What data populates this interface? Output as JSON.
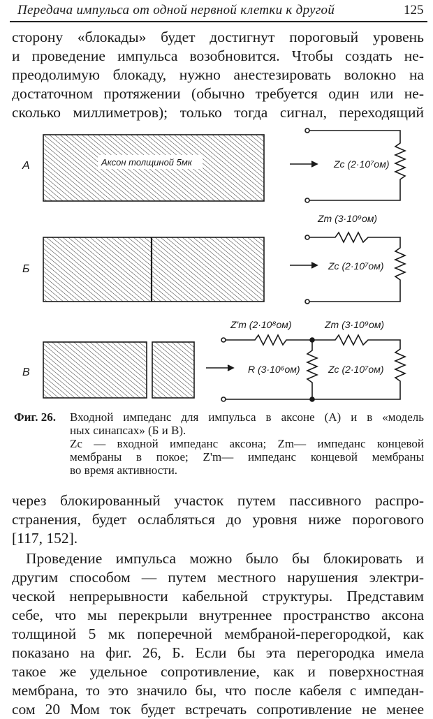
{
  "header": {
    "title": "Передача импульса от одной нервной клетки к другой",
    "page_number": "125"
  },
  "paragraph1": [
    "сторону «блокады» будет достигнут пороговый уровень",
    "и проведение импульса возобновится. Чтобы создать не-",
    "преодолимую блокаду, нужно анестезировать волокно на",
    "достаточном протяжении (обычно требуется один или не-",
    "сколько миллиметров); только тогда сигнал, переходящий"
  ],
  "figure": {
    "panel_labels": [
      "А",
      "Б",
      "В"
    ],
    "axon_label": "Аксон толщиной 5мк",
    "zc": "Zc (2·10⁷ом)",
    "zm": "Zm (3·10⁹ом)",
    "zm_prime": "Z'm (2·10⁸ом)",
    "r": "R (3·10⁶ом)"
  },
  "caption": {
    "fig": "Фиг. 26.",
    "lines": [
      "Входной импеданс для импульса в аксоне (А) и в «модель",
      "ных синапсах» (Б и В).",
      "Zc — входной импеданс аксона; Zm— импеданс концевой",
      "мембраны в покое; Z'm— импеданс концевой мембраны",
      "во время активности."
    ]
  },
  "paragraph2": [
    "через блокированный участок путем пассивного распро-",
    "странения, будет ослабляться до уровня ниже порогового",
    "[117, 152]."
  ],
  "paragraph3": [
    "Проведение импульса можно было бы блокировать и",
    "другим способом — путем местного нарушения электри-",
    "ческой непрерывности кабельной структуры. Представим",
    "себе, что мы перекрыли внутреннее пространство аксона",
    "толщиной 5 мк поперечной мембраной-перегородкой, как",
    "показано на фиг. 26, Б. Если бы эта перегородка имела",
    "такое же удельное сопротивление, как и поверхностная",
    "мембрана, то это значило бы, что после кабеля с импедан-",
    "сом 20 Мом ток будет встречать сопротивление не менее"
  ]
}
